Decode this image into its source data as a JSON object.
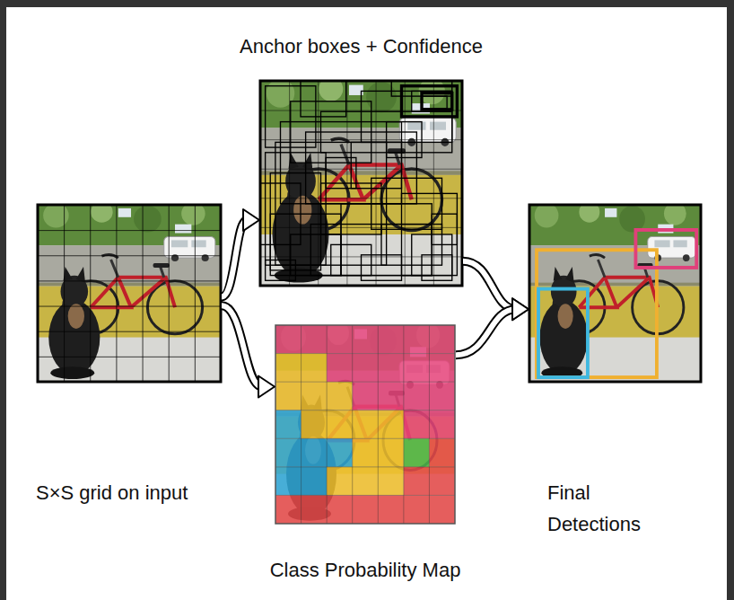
{
  "diagram": {
    "nodes": [
      {
        "text": [
          "S×S grid on input"
        ]
      },
      {
        "text": [
          "Anchor boxes + Confidence"
        ]
      },
      {
        "text": [
          "Class Probability Map"
        ]
      },
      {
        "text": [
          "Final Detections"
        ]
      }
    ],
    "edges": [
      {
        "from": 0,
        "to": 1,
        "arrow": "to"
      },
      {
        "from": 0,
        "to": 2,
        "arrow": "to"
      },
      {
        "from": 1,
        "to": 3,
        "arrow": "to"
      },
      {
        "from": 2,
        "to": 3,
        "arrow": "to"
      }
    ]
  }
}
